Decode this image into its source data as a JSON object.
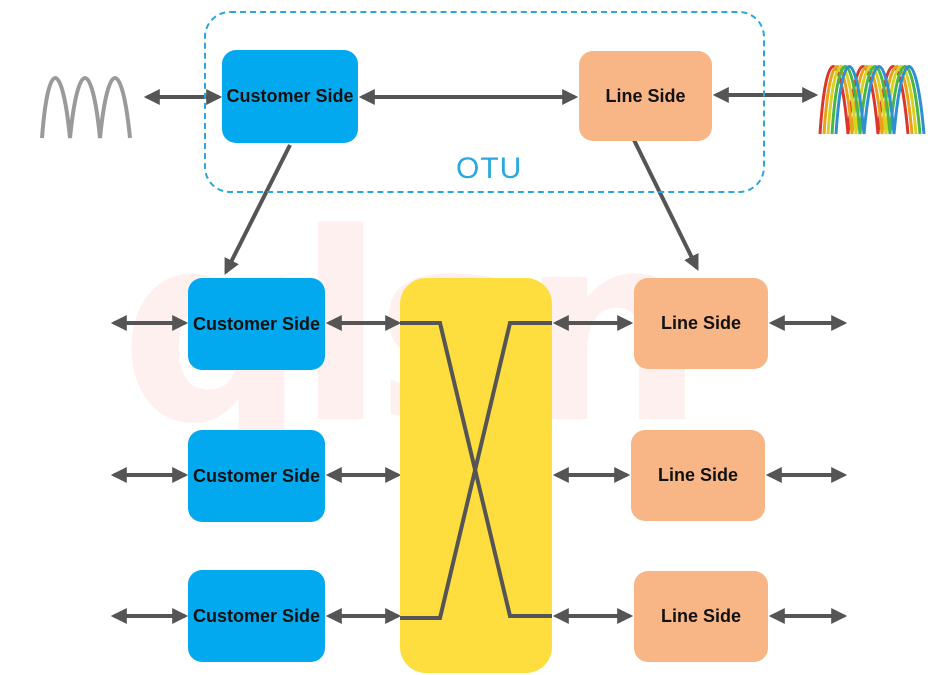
{
  "watermark": "qlsn",
  "otu": {
    "label": "OTU",
    "customer_label": "Customer Side",
    "line_label": "Line Side"
  },
  "customer_boxes": [
    {
      "label": "Customer Side"
    },
    {
      "label": "Customer Side"
    },
    {
      "label": "Customer Side"
    }
  ],
  "line_boxes": [
    {
      "label": "Line Side"
    },
    {
      "label": "Line Side"
    },
    {
      "label": "Line Side"
    }
  ],
  "colors": {
    "customer": "#03a9ef",
    "line": "#f8b585",
    "switch": "#fedd3e",
    "otu_border": "#29a8e0",
    "arrow": "#555555"
  }
}
